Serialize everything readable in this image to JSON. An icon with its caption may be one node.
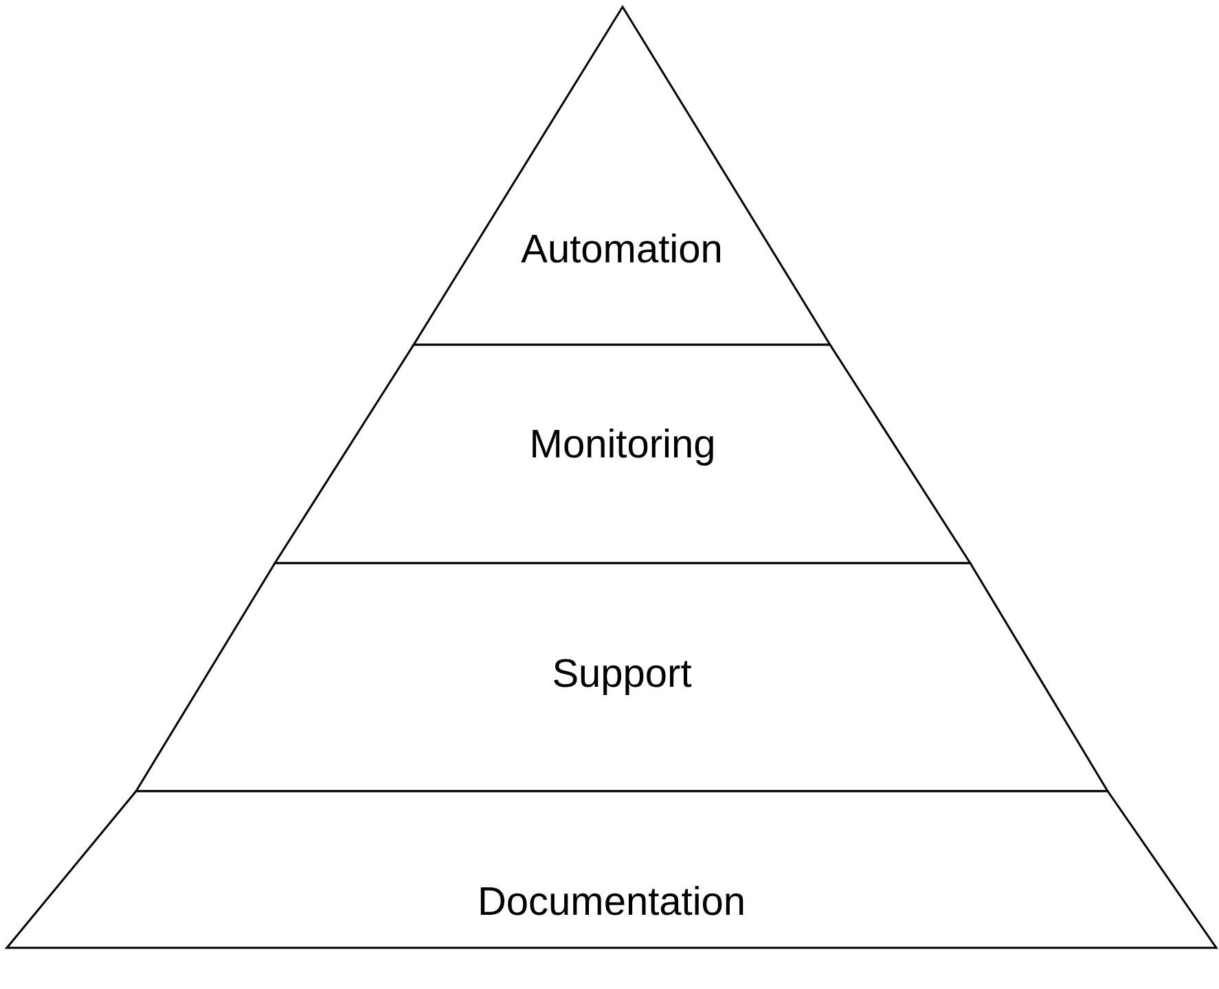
{
  "diagram": {
    "nodes": [
      {
        "text": [
          "Automation"
        ]
      },
      {
        "text": [
          "Monitoring"
        ]
      },
      {
        "text": [
          "Support"
        ]
      },
      {
        "text": [
          "Documentation"
        ]
      }
    ]
  }
}
